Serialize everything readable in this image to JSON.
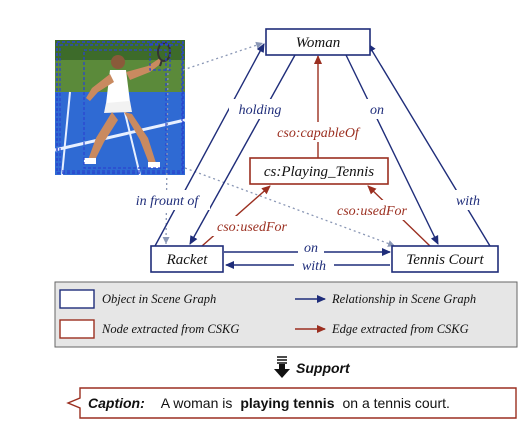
{
  "colors": {
    "scene": "#1f2d7a",
    "cskg": "#9b2f20",
    "image_sky": "#1f6fc8",
    "court": "#2f6ad3",
    "court_line": "#e8f0ff"
  },
  "nodes": {
    "woman": "Woman",
    "racket": "Racket",
    "tennis_court": "Tennis Court",
    "playing_tennis": "cs:Playing_Tennis"
  },
  "edges": {
    "holding": "holding",
    "on_woman": "on",
    "in_front_of": "in frount of",
    "with_court": "with",
    "capable_of": "cso:capableOf",
    "used_for_racket": "cso:usedFor",
    "used_for_court": "cso:usedFor",
    "on_racket": "on",
    "with_racket": "with"
  },
  "legend": {
    "scene_node": "Object in Scene Graph",
    "scene_edge": "Relationship in Scene Graph",
    "cskg_node": "Node extracted from CSKG",
    "cskg_edge": "Edge extracted from CSKG"
  },
  "support": {
    "label": "Support",
    "icon": "down-arrow-icon"
  },
  "caption": {
    "label": "Caption:",
    "prefix": "A woman is",
    "highlight": "playing tennis",
    "suffix": "on a tennis court."
  }
}
